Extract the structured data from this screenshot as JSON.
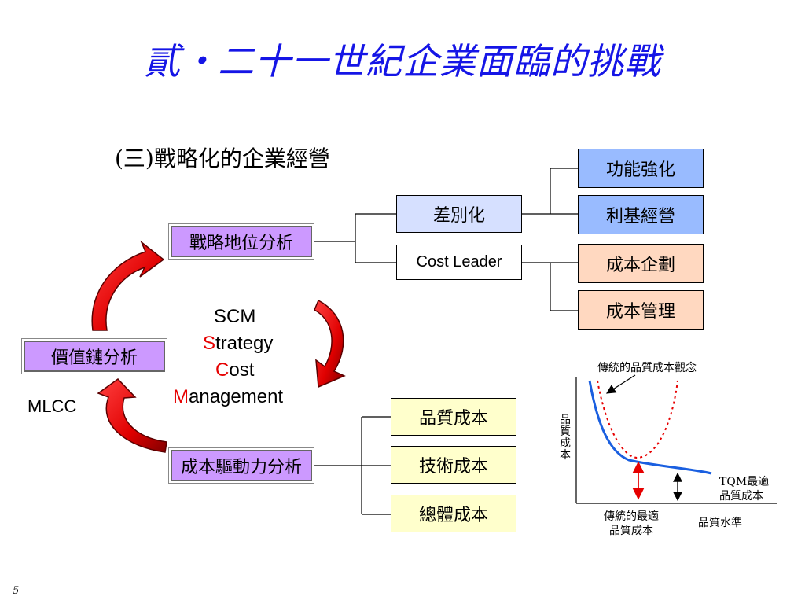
{
  "title": "貳‧二十一世紀企業面臨的挑戰",
  "subtitle": "(三)戰略化的企業經營",
  "nodes": {
    "strategic_position": "戰略地位分析",
    "value_chain": "價值鏈分析",
    "cost_driver": "成本驅動力分析",
    "differentiation": "差別化",
    "cost_leader": "Cost Leader",
    "function_strengthen": "功能強化",
    "profit_base": "利基經營",
    "cost_planning": "成本企劃",
    "cost_management": "成本管理",
    "quality_cost": "品質成本",
    "technology_cost": "技術成本",
    "total_cost": "總體成本"
  },
  "scm": {
    "line1": "SCM",
    "s_letter": "S",
    "s_rest": "trategy",
    "c_letter": "C",
    "c_rest": "ost",
    "m_letter": "M",
    "m_rest": "anagement"
  },
  "mlcc": "MLCC",
  "graph": {
    "traditional_concept": "傳統的品質成本觀念",
    "y_label": [
      "品",
      "質",
      "成",
      "本"
    ],
    "tqm_label_1": "TQM最適",
    "tqm_label_2": "品質成本",
    "traditional_opt_1": "傳統的最適",
    "traditional_opt_2": "品質成本",
    "x_label": "品質水準"
  },
  "page_number": "5",
  "colors": {
    "title": "#1515e6",
    "purple": "#cc99ff",
    "blue": "#99bbff",
    "light_blue": "#d6e0ff",
    "pink": "#ffd8c0",
    "yellow": "#ffffcc",
    "red_arrow": "#e60000",
    "curve_blue": "#1a5fe0"
  }
}
